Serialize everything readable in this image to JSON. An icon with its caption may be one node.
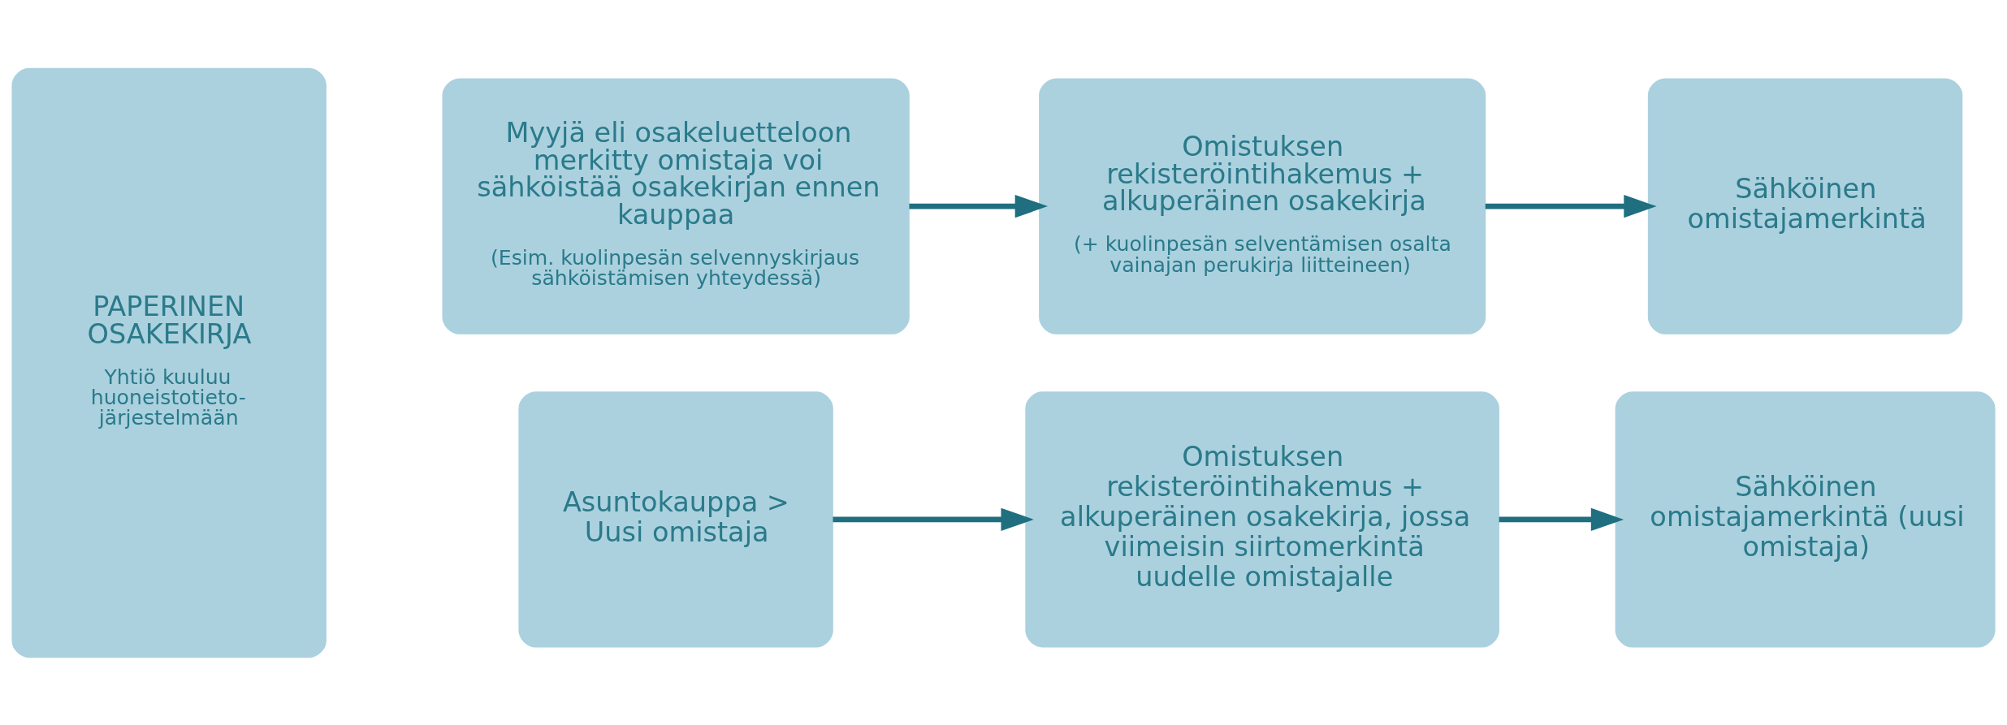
{
  "diagram": {
    "nodes": [
      {
        "text": [
          "PAPERINEN OSAKEKIRJA",
          "Yhtiö kuuluu huoneistotieto- järjestelmään"
        ]
      },
      {
        "text": [
          "Myyjä eli osakeluetteloon merkitty omistaja voi sähköistää osakekirjan ennen kauppaa",
          "(Esim. kuolinpesän selvennyskirjaus sähköistämisen yhteydessä)"
        ]
      },
      {
        "text": [
          "Omistuksen rekisteröintihakemus + alkuperäinen osakekirja",
          "(+ kuolinpesän selventämisen osalta vainajan perukirja liitteineen)"
        ]
      },
      {
        "text": [
          "Sähköinen omistajamerkintä"
        ]
      },
      {
        "text": [
          "Asuntokauppa > Uusi omistaja"
        ]
      },
      {
        "text": [
          "Omistuksen rekisteröintihakemus + alkuperäinen osakekirja, jossa viimeisin siirtomerkintä uudelle omistajalle"
        ]
      },
      {
        "text": [
          "Sähköinen omistajamerkintä (uusi omistaja)"
        ]
      }
    ],
    "edges": [
      {
        "from": 1,
        "to": 2,
        "arrow": "to"
      },
      {
        "from": 2,
        "to": 3,
        "arrow": "to"
      },
      {
        "from": 4,
        "to": 5,
        "arrow": "to"
      },
      {
        "from": 5,
        "to": 6,
        "arrow": "to"
      }
    ]
  }
}
